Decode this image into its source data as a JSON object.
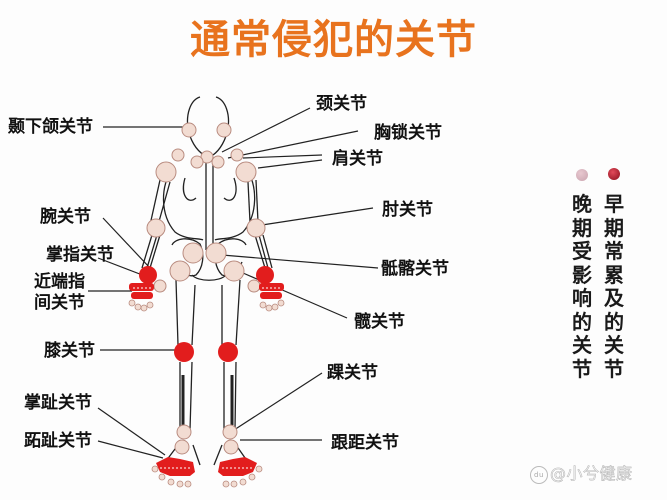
{
  "title": "通常侵犯的关节",
  "colors": {
    "title": "#e8731e",
    "early_joint": "#e21d1d",
    "late_joint": "#f2dcd2",
    "late_joint_stroke": "#b98c80",
    "outline": "#222222"
  },
  "labels": {
    "temporomandibular": "颞下颌关节",
    "wrist": "腕关节",
    "mcp": "掌指关节",
    "pip_line1": "近端指",
    "pip_line2": "间关节",
    "knee": "膝关节",
    "mtp": "掌趾关节",
    "toe_ip": "跖趾关节",
    "neck": "颈关节",
    "sternoclavicular": "胸锁关节",
    "shoulder": "肩关节",
    "elbow": "肘关节",
    "sacroiliac": "骶髂关节",
    "hip": "髋关节",
    "ankle": "踝关节",
    "subtalar": "跟距关节"
  },
  "legend": {
    "early": {
      "icon": "dark-red-dot-icon",
      "text": "早期常累及的关节"
    },
    "late": {
      "icon": "pale-pink-dot-icon",
      "text": "晚期受影响的关节"
    }
  },
  "watermark": {
    "icon": "baidu-paw-icon",
    "icon_text": "du",
    "text": "@小兮健康"
  }
}
